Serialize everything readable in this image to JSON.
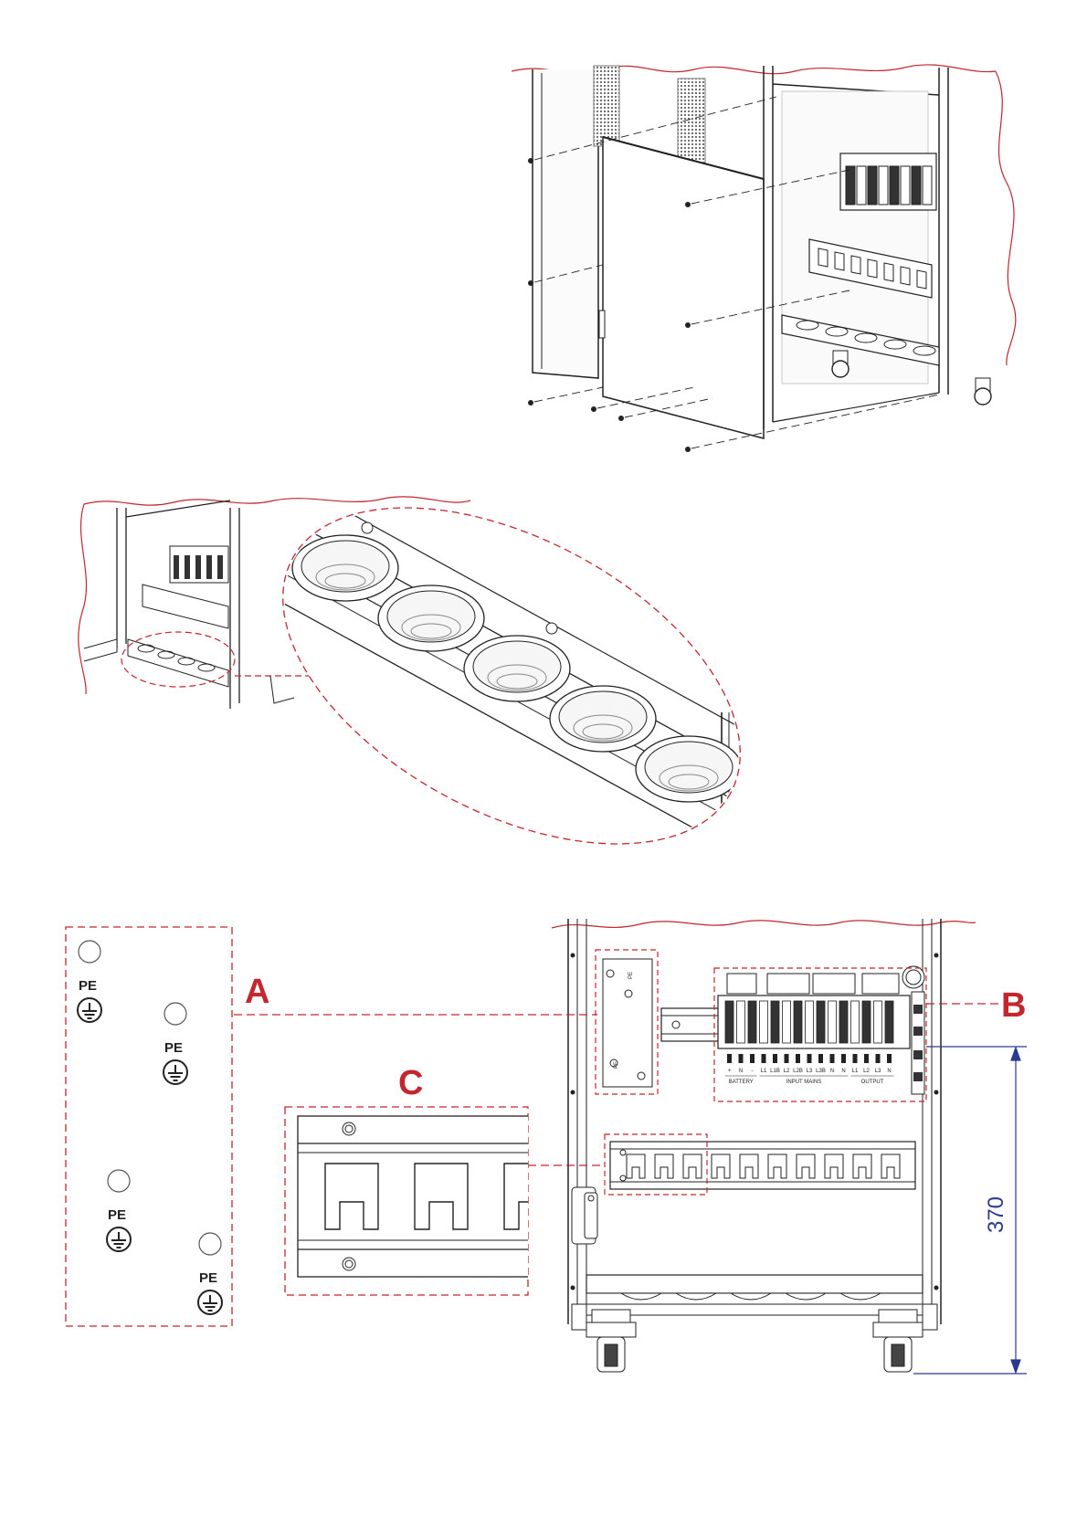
{
  "colors": {
    "accent_red": "#c4262e",
    "dimension_blue": "#2b3990",
    "line": "#222222",
    "panel_gray": "#eeeeee"
  },
  "callouts": {
    "a": "A",
    "b": "B",
    "c": "C"
  },
  "pe_label": "PE",
  "pe_symbol": "earth-ground-icon",
  "dimension": {
    "value": "370"
  },
  "terminal_labels": {
    "battery_pins": [
      "+",
      "N",
      "-"
    ],
    "input_pins": [
      "L1",
      "L1B",
      "L2",
      "L2B",
      "L3",
      "L3B",
      "N",
      "N"
    ],
    "output_pins": [
      "L1",
      "L2",
      "L3",
      "N"
    ],
    "battery_group": "BATTERY",
    "input_group": "INPUT MAINS",
    "output_group": "OUTPUT"
  }
}
